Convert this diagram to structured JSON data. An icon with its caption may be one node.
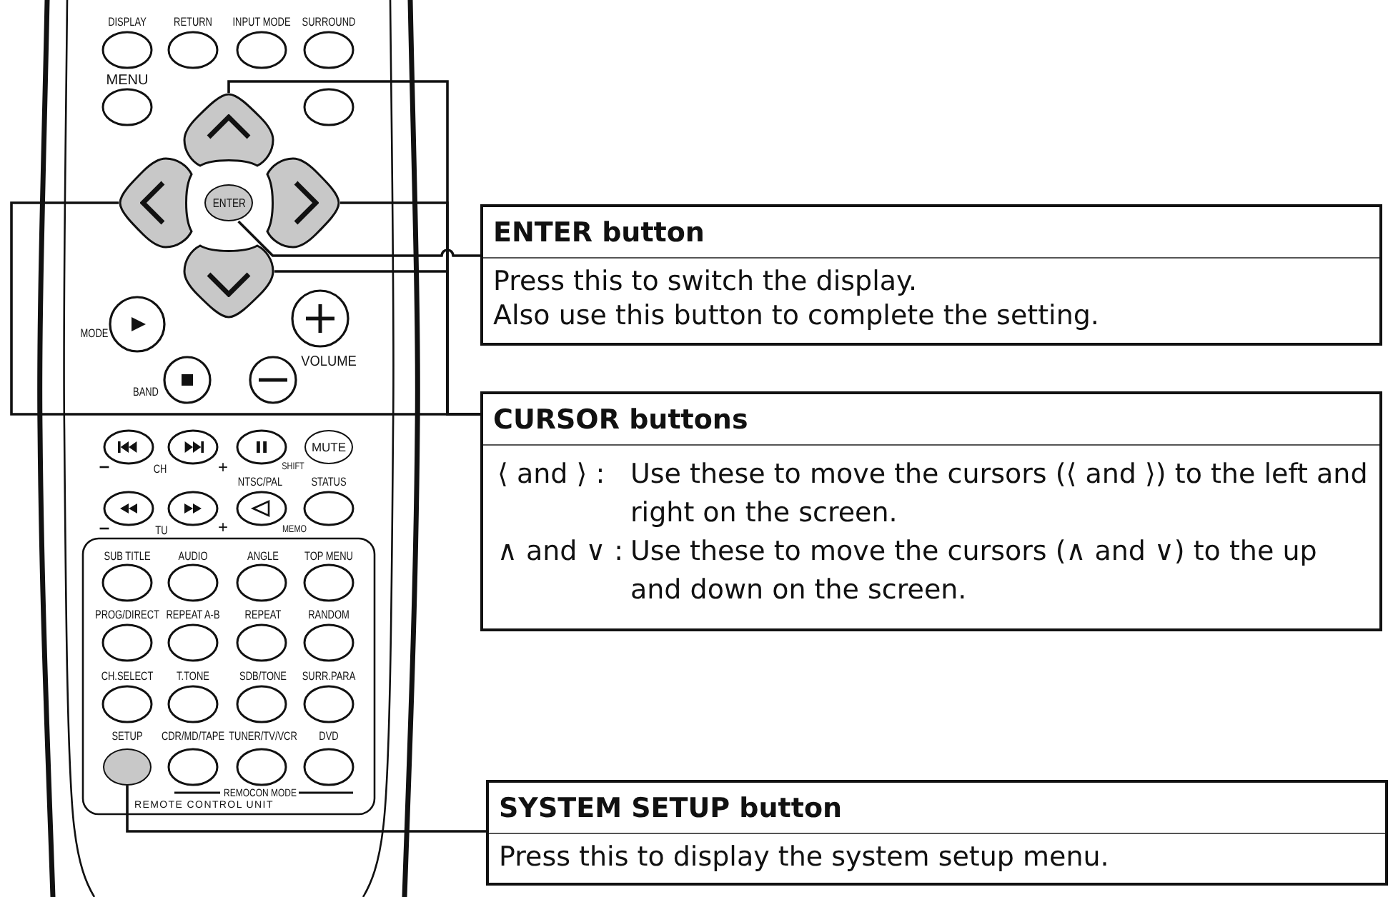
{
  "diagram": {
    "nodes": [
      {
        "text": [],
        "shape": "diamond"
      },
      {
        "text": [],
        "shape": "diamond"
      },
      {
        "text": [
          "ENTER"
        ]
      },
      {
        "text": [],
        "shape": "diamond"
      },
      {
        "text": [],
        "shape": "diamond"
      },
      {
        "text": [],
        "shape": "circle",
        "beside": [
          "SETUP"
        ]
      },
      {
        "text": [
          "ENTER button",
          "Press this to switch the display.",
          "Also use this button to complete the setting."
        ]
      },
      {
        "text": [
          "CURSOR buttons",
          "⟨ and ⟩ :",
          "Use these to move the cursors (⟨ and ⟩) to the left and right on the screen.",
          "∧ and ∨ :",
          "Use these to move the cursors (∧ and ∨) to the up and down on the screen."
        ]
      },
      {
        "text": [
          "SYSTEM SETUP button",
          "Press this to display the system setup menu."
        ]
      }
    ],
    "edges": [
      {
        "from": 0,
        "to": 7,
        "arrow": "none"
      },
      {
        "from": 1,
        "to": 7,
        "arrow": "none"
      },
      {
        "from": 3,
        "to": 7,
        "arrow": "none"
      },
      {
        "from": 4,
        "to": 7,
        "arrow": "none"
      },
      {
        "from": 2,
        "to": 6,
        "arrow": "none"
      },
      {
        "from": 5,
        "to": 8,
        "arrow": "none"
      }
    ],
    "labels": [
      "DISPLAY",
      "RETURN",
      "INPUT MODE",
      "SURROUND",
      "MENU",
      "MODE",
      "VOLUME",
      "BAND",
      "MUTE",
      "–",
      "CH",
      "+",
      "SHIFT",
      "NTSC/PAL",
      "STATUS",
      "–",
      "TU",
      "+",
      "MEMO",
      "SUB TITLE",
      "AUDIO",
      "ANGLE",
      "TOP MENU",
      "PROG/DIRECT",
      "REPEAT A-B",
      "REPEAT",
      "RANDOM",
      "CH.SELECT",
      "T.TONE",
      "SDB/TONE",
      "SURR.PARA",
      "CDR/MD/TAPE",
      "TUNER/TV/VCR",
      "DVD",
      "REMOCON MODE",
      "REMOTE CONTROL UNIT"
    ]
  }
}
